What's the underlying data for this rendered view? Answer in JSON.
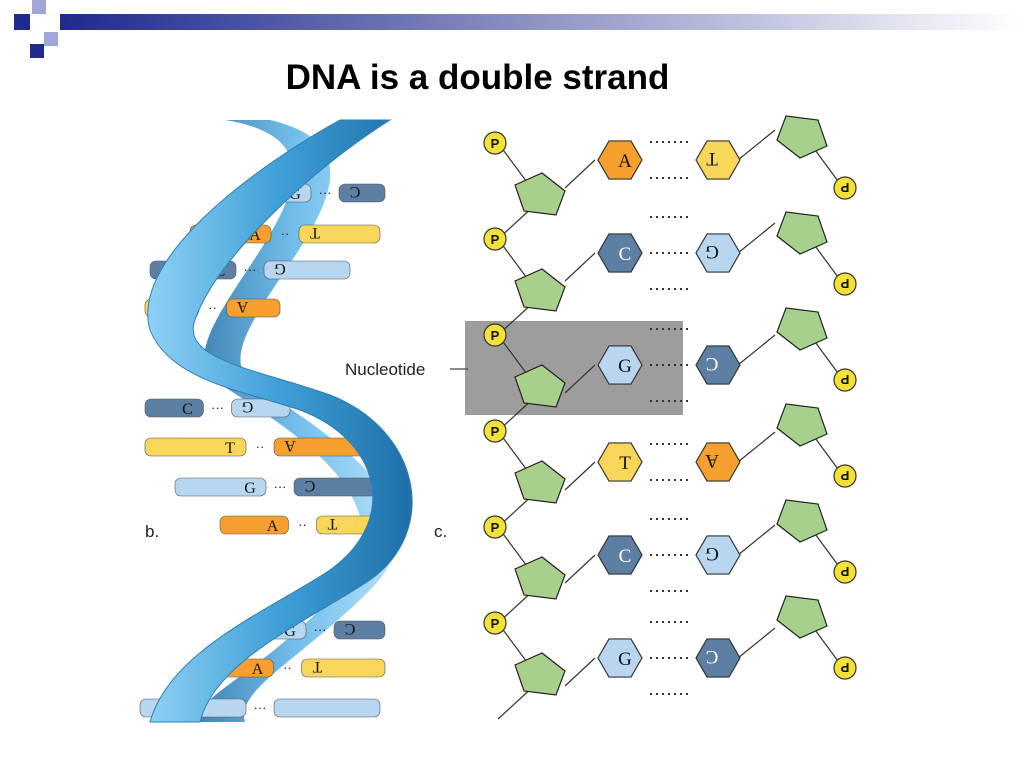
{
  "slide": {
    "title": "DNA is a double strand"
  },
  "panel_b": {
    "label": "b.",
    "pairs": [
      {
        "left": "G",
        "right": "C",
        "bond": "···"
      },
      {
        "left": "A",
        "right": "T",
        "bond": "··"
      },
      {
        "left": "C",
        "right": "G",
        "bond": "···"
      },
      {
        "left": "T",
        "right": "A",
        "bond": "··"
      },
      {
        "left": "C",
        "right": "G",
        "bond": "···"
      },
      {
        "left": "T",
        "right": "A",
        "bond": "··"
      },
      {
        "left": "G",
        "right": "C",
        "bond": "···"
      },
      {
        "left": "A",
        "right": "T",
        "bond": "··"
      },
      {
        "left": "G",
        "right": "C",
        "bond": "···"
      },
      {
        "left": "A",
        "right": "T",
        "bond": "··"
      },
      {
        "left": "",
        "right": "",
        "bond": "···"
      }
    ]
  },
  "panel_c": {
    "label": "c.",
    "phosphate": "P",
    "callout": "Nucleotide",
    "pairs": [
      {
        "left": "A",
        "right": "T"
      },
      {
        "left": "C",
        "right": "G"
      },
      {
        "left": "G",
        "right": "C"
      },
      {
        "left": "T",
        "right": "A"
      },
      {
        "left": "C",
        "right": "G"
      },
      {
        "left": "G",
        "right": "C"
      }
    ]
  },
  "colors": {
    "adenine": "#f5a02e",
    "thymine": "#f8d65a",
    "guanine": "#b9d6f0",
    "cytosine": "#5d7fa3",
    "sugar": "#a8d08d",
    "phosphate": "#f5e034",
    "helix": "#3f9fd6",
    "highlight": "#8c8c8c"
  }
}
